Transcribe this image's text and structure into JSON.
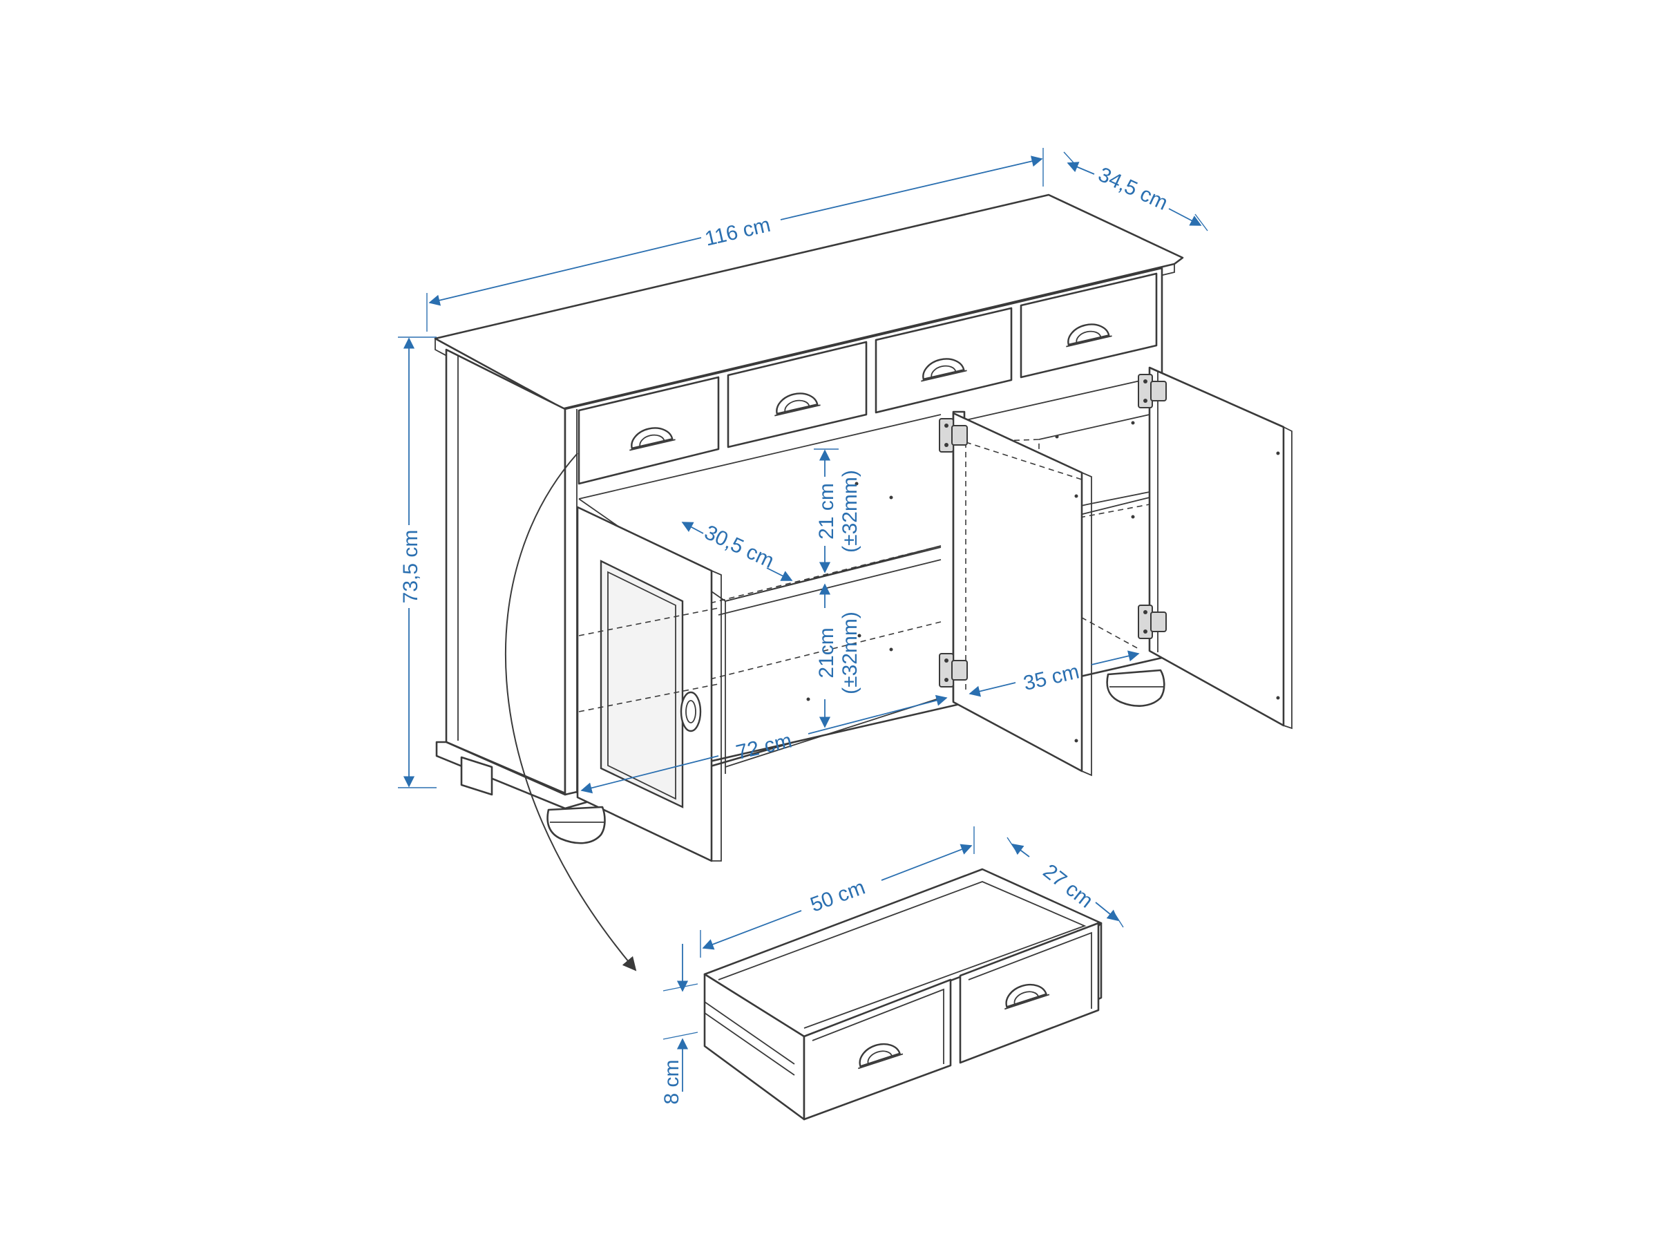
{
  "diagram": {
    "colors": {
      "outline": "#3a3a3a",
      "dimension": "#2a6fb0",
      "background": "#ffffff"
    },
    "labels": {
      "width_total": "116 cm",
      "depth_total": "34,5 cm",
      "height_total": "73,5 cm",
      "shelf_depth": "30,5 cm",
      "shelf_gap_upper": "21 cm",
      "shelf_gap_upper_adj": "(±32mm)",
      "shelf_gap_lower": "21cm",
      "shelf_gap_lower_adj": "(±32mm)",
      "compartment_left_width": "72 cm",
      "compartment_right_width": "35 cm",
      "drawer_width": "50 cm",
      "drawer_depth": "27 cm",
      "drawer_height": "8 cm"
    },
    "icons": [
      "cup-handle-icon",
      "door-knob-icon",
      "hinge-icon",
      "bun-foot-icon",
      "swing-arrow-icon"
    ]
  }
}
